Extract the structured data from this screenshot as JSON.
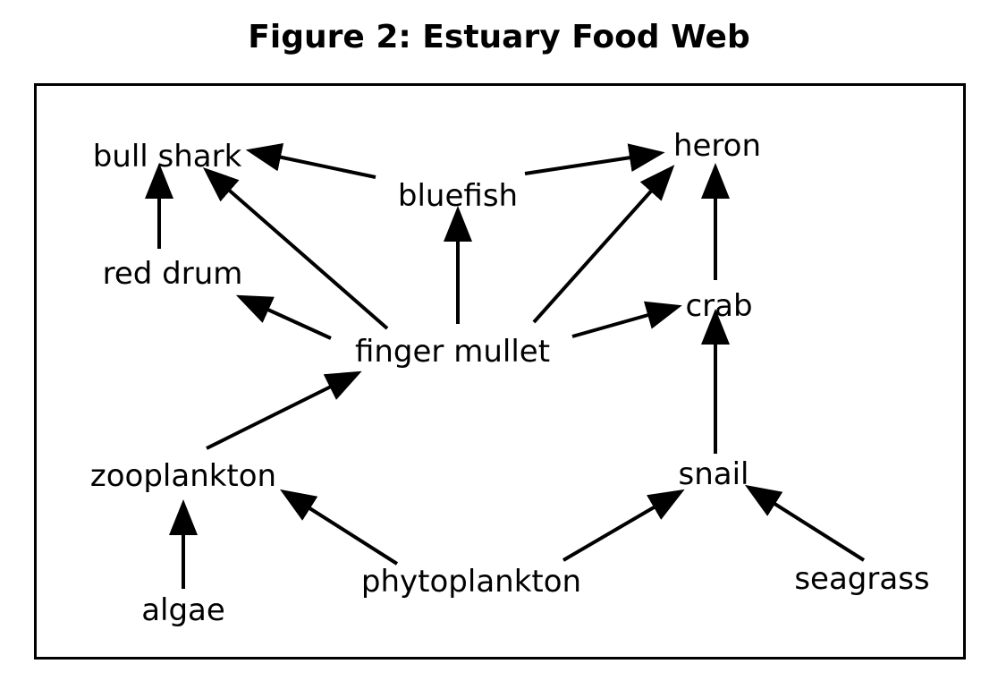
{
  "title": "Figure 2: Estuary Food Web",
  "organisms": {
    "bull_shark": "bull shark",
    "heron": "heron",
    "bluefish": "bluefish",
    "red_drum": "red drum",
    "crab": "crab",
    "finger_mullet": "finger mullet",
    "zooplankton": "zooplankton",
    "snail": "snail",
    "phytoplankton": "phytoplankton",
    "seagrass": "seagrass",
    "algae": "algae"
  },
  "energy_flow": [
    {
      "from": "bluefish",
      "to": "bull shark"
    },
    {
      "from": "bluefish",
      "to": "heron"
    },
    {
      "from": "red drum",
      "to": "bull shark"
    },
    {
      "from": "finger mullet",
      "to": "bull shark"
    },
    {
      "from": "finger mullet",
      "to": "bluefish"
    },
    {
      "from": "finger mullet",
      "to": "heron"
    },
    {
      "from": "finger mullet",
      "to": "red drum"
    },
    {
      "from": "finger mullet",
      "to": "crab"
    },
    {
      "from": "crab",
      "to": "heron"
    },
    {
      "from": "zooplankton",
      "to": "finger mullet"
    },
    {
      "from": "snail",
      "to": "crab"
    },
    {
      "from": "algae",
      "to": "zooplankton"
    },
    {
      "from": "phytoplankton",
      "to": "zooplankton"
    },
    {
      "from": "phytoplankton",
      "to": "snail"
    },
    {
      "from": "seagrass",
      "to": "snail"
    }
  ],
  "colors": {
    "ink": "#000000",
    "background": "#ffffff"
  }
}
